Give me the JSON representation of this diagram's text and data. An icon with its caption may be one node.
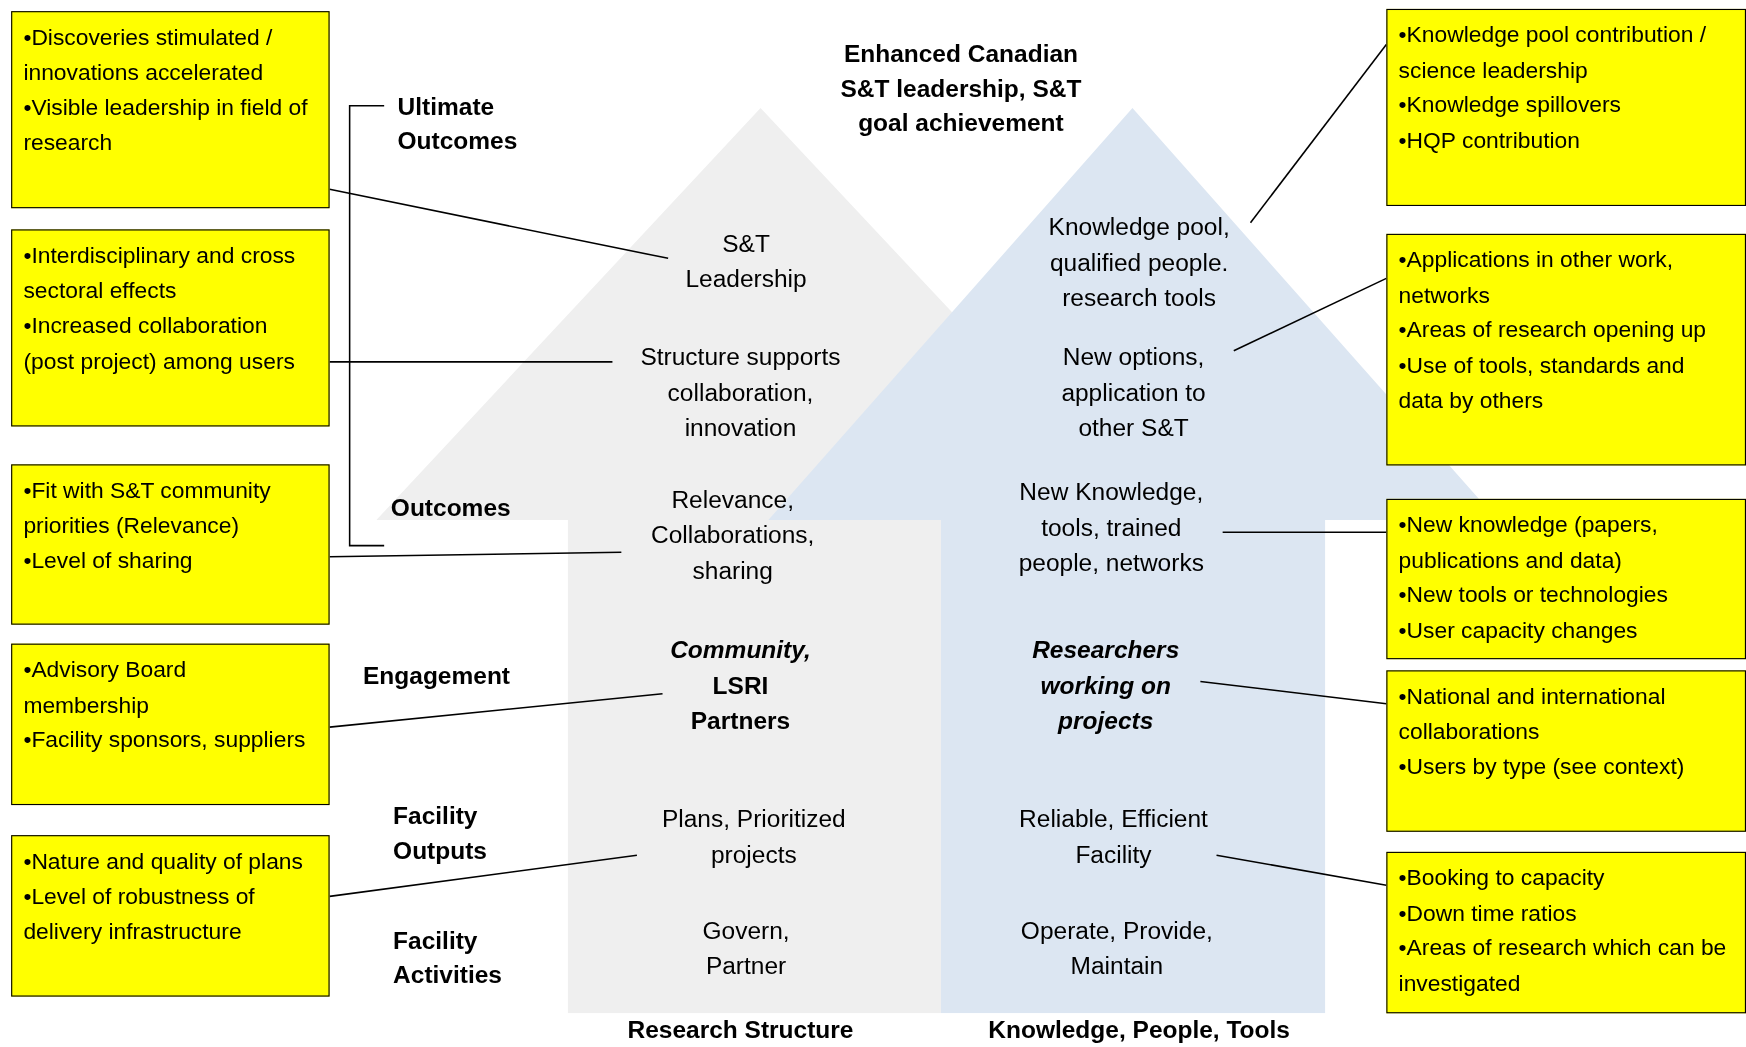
{
  "diagram": {
    "title": "Enhanced Canadian S&T leadership, S&T goal achievement",
    "nodes": [
      {
        "text": [
          "Research Structure"
        ]
      },
      {
        "text": [
          "Knowledge, People, Tools"
        ]
      },
      {
        "text": [
          "S&T Leadership"
        ],
        "in": 0
      },
      {
        "text": [
          "Structure supports collaboration, innovation"
        ],
        "in": 0
      },
      {
        "text": [
          "Relevance, Collaborations, sharing"
        ],
        "in": 0
      },
      {
        "text": [
          "*Community,* LSRI Partners"
        ],
        "in": 0
      },
      {
        "text": [
          "Plans, Prioritized projects"
        ],
        "in": 0
      },
      {
        "text": [
          "Govern, Partner"
        ],
        "in": 0
      },
      {
        "text": [
          "Knowledge pool, qualified people. research tools"
        ],
        "in": 1
      },
      {
        "text": [
          "New options, application to other S&T"
        ],
        "in": 1
      },
      {
        "text": [
          "New Knowledge, tools, trained people, networks"
        ],
        "in": 1
      },
      {
        "text": [
          "Researchers working on projects"
        ],
        "in": 1
      },
      {
        "text": [
          "Reliable, Efficient Facility"
        ],
        "in": 1
      },
      {
        "text": [
          "Operate, Provide, Maintain"
        ],
        "in": 1
      },
      {
        "text": [
          "•Discoveries stimulated / innovations accelerated",
          "•Visible leadership in field of research"
        ]
      },
      {
        "text": [
          "•Interdisciplinary and cross sectoral effects",
          "•Increased collaboration (post project) among users"
        ]
      },
      {
        "text": [
          "•Fit with S&T community priorities (Relevance)",
          "•Level of sharing"
        ]
      },
      {
        "text": [
          "•Advisory Board membership",
          "•Facility sponsors, suppliers"
        ]
      },
      {
        "text": [
          "•Nature and quality of plans",
          "•Level of robustness of delivery infrastructure"
        ]
      },
      {
        "text": [
          "•Knowledge pool contribution / science leadership",
          "•Knowledge spillovers",
          "•HQP contribution"
        ]
      },
      {
        "text": [
          "•Applications in other work, networks",
          "•Areas of research opening up",
          "•Use of tools, standards and data by others"
        ]
      },
      {
        "text": [
          "•New knowledge (papers, publications and data)",
          "•New tools or technologies",
          "•User capacity changes"
        ]
      },
      {
        "text": [
          "•National and international collaborations",
          "•Users by type (see context)"
        ]
      },
      {
        "text": [
          "•Booking to capacity",
          "•Down time ratios",
          "•Areas of research which can be investigated"
        ]
      }
    ],
    "edges": [
      {
        "from": 14,
        "to": 2,
        "arrow": "none"
      },
      {
        "from": 15,
        "to": 3,
        "arrow": "none"
      },
      {
        "from": 16,
        "to": 4,
        "arrow": "none"
      },
      {
        "from": 17,
        "to": 5,
        "arrow": "none"
      },
      {
        "from": 18,
        "to": 6,
        "arrow": "none"
      },
      {
        "from": 19,
        "to": 8,
        "arrow": "none"
      },
      {
        "from": 20,
        "to": 9,
        "arrow": "none"
      },
      {
        "from": 21,
        "to": 10,
        "arrow": "none"
      },
      {
        "from": 22,
        "to": 11,
        "arrow": "none"
      },
      {
        "from": 23,
        "to": 12,
        "arrow": "none"
      }
    ],
    "labels": [
      "Ultimate Outcomes",
      "Outcomes",
      "Engagement",
      "Facility Outputs",
      "Facility Activities"
    ]
  }
}
